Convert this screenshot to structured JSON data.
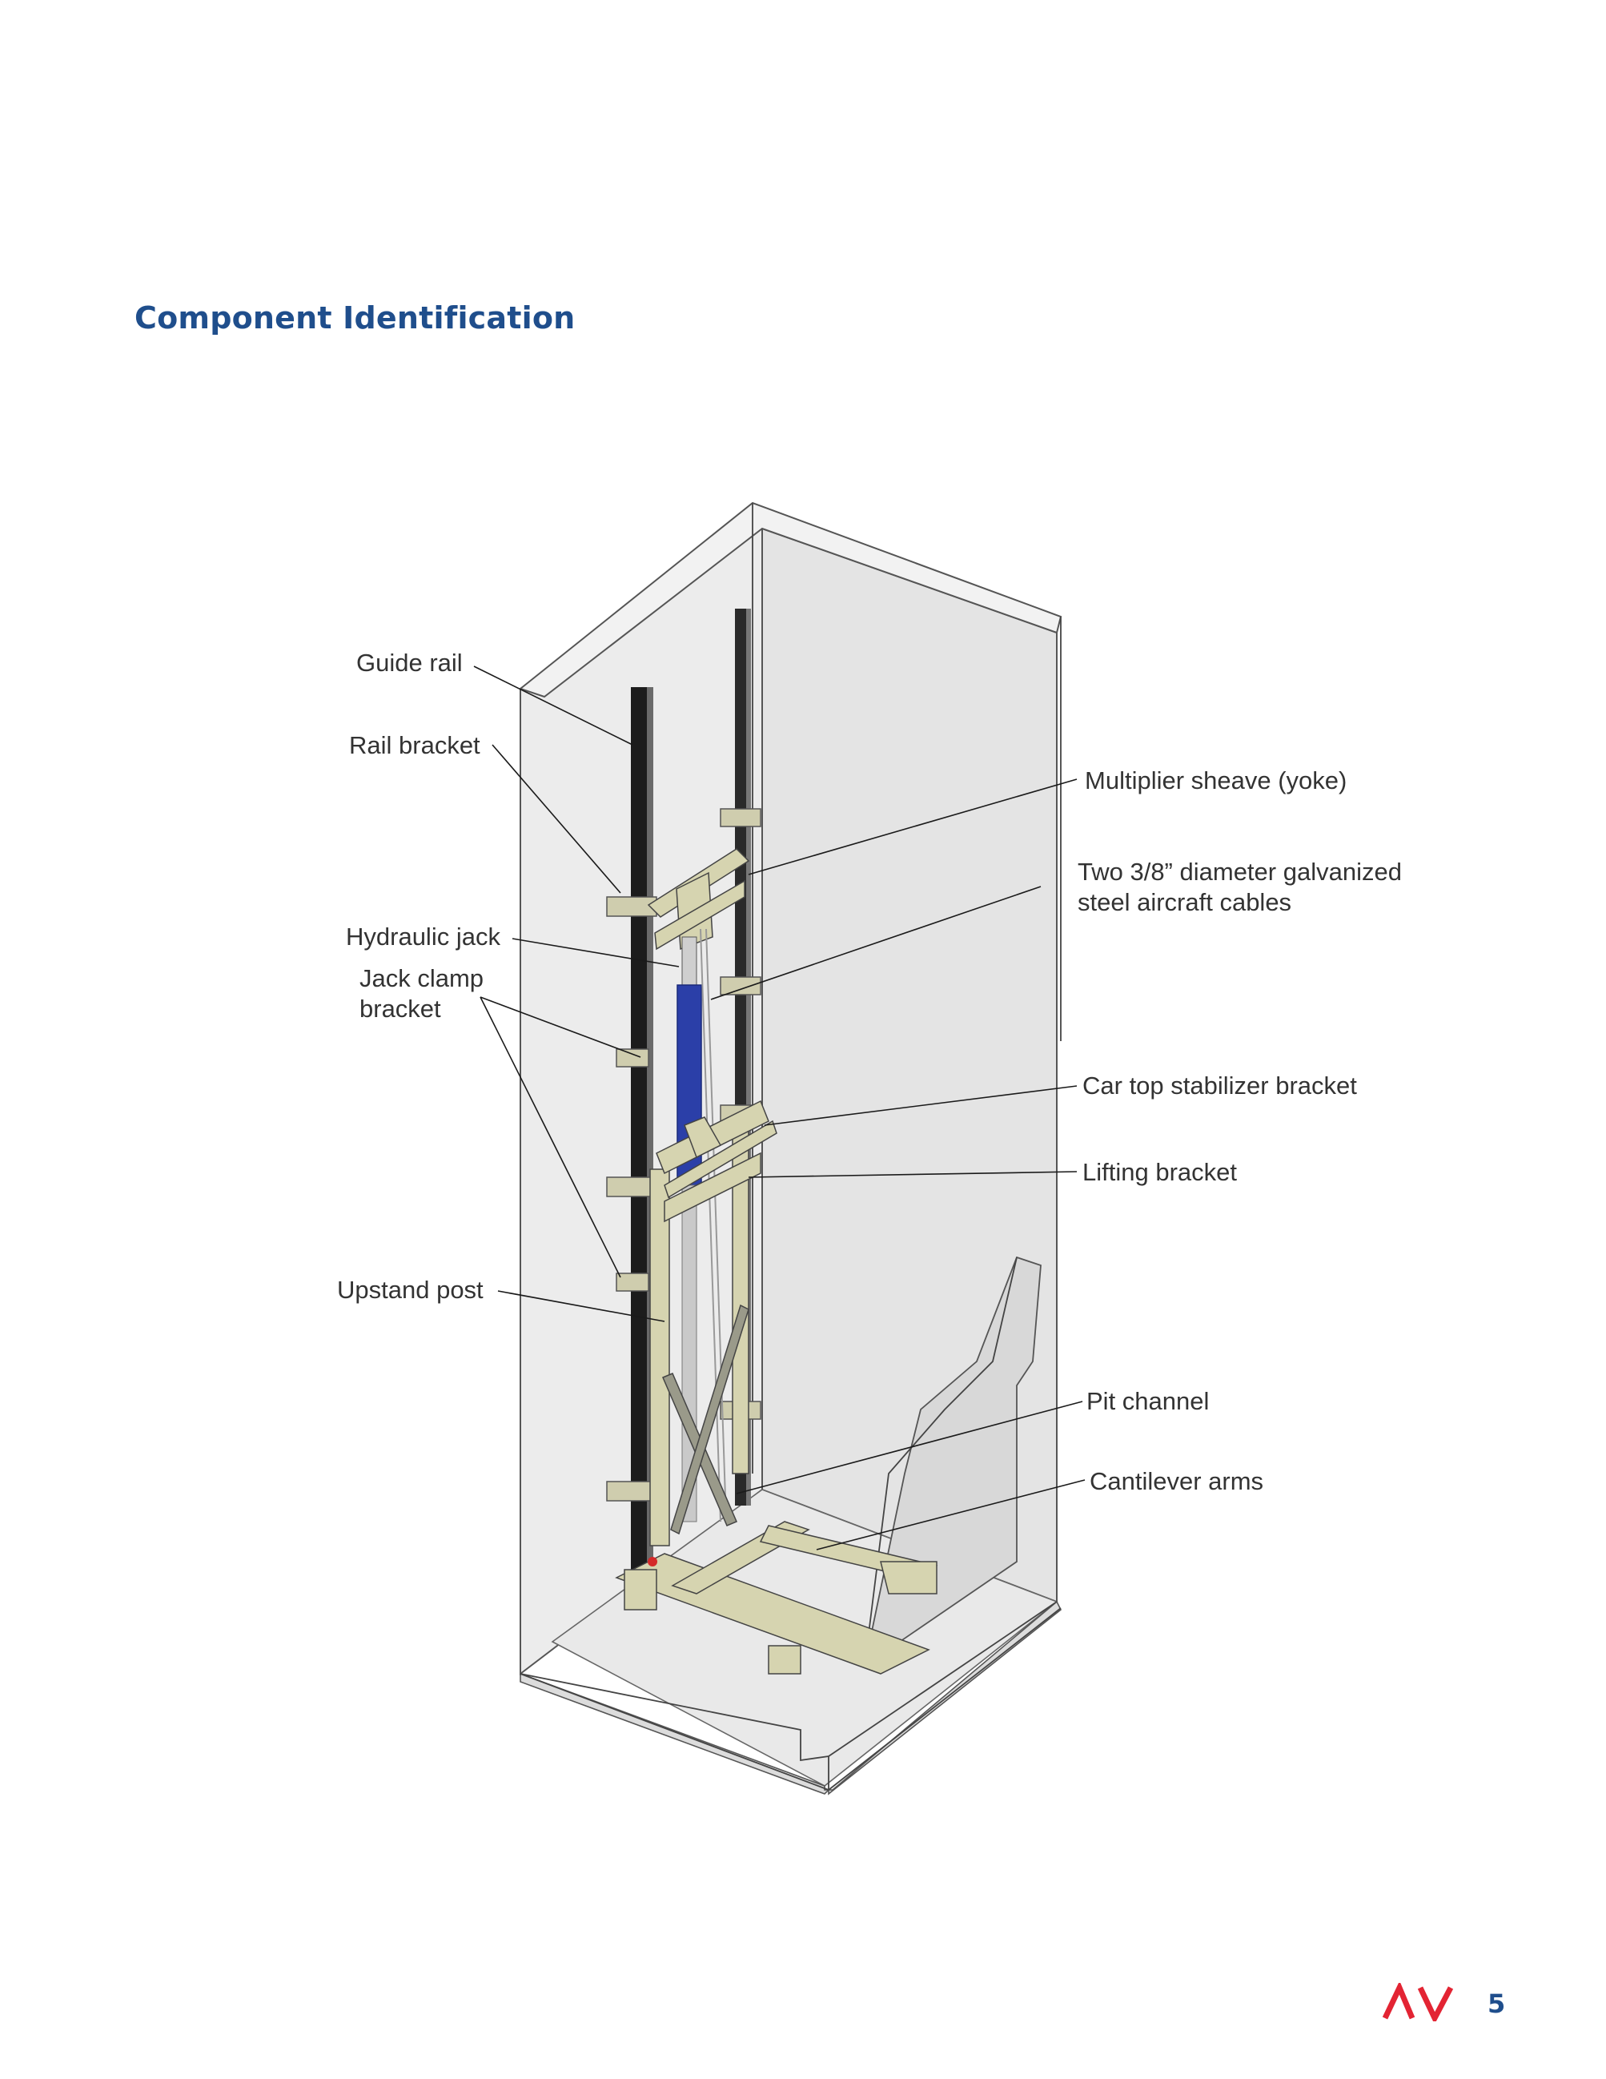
{
  "page": {
    "title": "Component Identification",
    "page_number": "5"
  },
  "logo": {
    "text": "AV",
    "color": "#e32433"
  },
  "colors": {
    "title": "#1f4e8c",
    "shaft_fill": "#e6e6e6",
    "frame": "#d6d4b0",
    "jack": "#2b3fa8",
    "rail": "#1c1c1c"
  },
  "callouts": {
    "guide_rail": "Guide rail",
    "rail_bracket": "Rail bracket",
    "hydraulic_jack": "Hydraulic jack",
    "jack_clamp_bracket_1": "Jack clamp",
    "jack_clamp_bracket_2": "bracket",
    "upstand_post": "Upstand post",
    "multiplier_sheave": "Multiplier sheave (yoke)",
    "cables_1": "Two 3/8” diameter galvanized",
    "cables_2": "steel aircraft cables",
    "car_top_stabilizer": "Car top stabilizer bracket",
    "lifting_bracket": "Lifting bracket",
    "pit_channel": "Pit channel",
    "cantilever_arms": "Cantilever arms"
  }
}
